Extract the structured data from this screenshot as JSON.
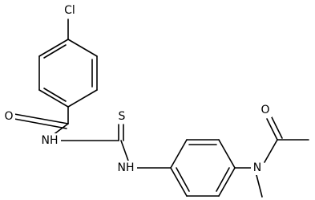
{
  "diagram": {
    "type": "chemical-structure",
    "atoms": {
      "chlorine": "Cl",
      "carbonyl_oxygen_left": "O",
      "amide_nitrogen": "NH",
      "thione_sulfur": "S",
      "thioamide_nitrogen": "NH",
      "tertiary_amine_nitrogen": "N",
      "carbonyl_oxygen_right": "O"
    }
  }
}
